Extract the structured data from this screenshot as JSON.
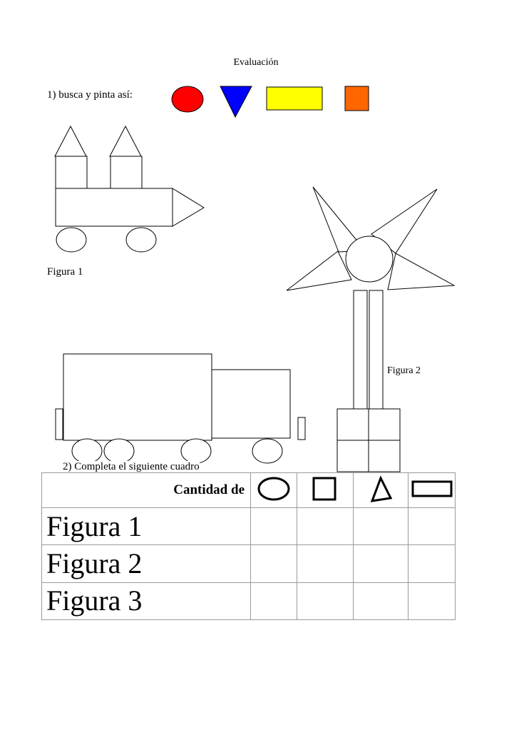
{
  "document": {
    "title": "Evaluación",
    "instruction_1": "1) busca y pinta así:",
    "figure_1_caption": "Figura 1",
    "figure_2_caption": "Figura 2",
    "instruction_2": "2) Completa el siguiente cuadro"
  },
  "legend_colors": {
    "circle": "#ff0000",
    "triangle": "#0000ff",
    "rectangle": "#ffff00",
    "square": "#ff6600"
  },
  "table": {
    "header_label": "Cantidad de",
    "shape_columns": [
      "circle-icon",
      "square-icon",
      "triangle-icon",
      "rectangle-icon"
    ],
    "rows": [
      {
        "label": "Figura 1"
      },
      {
        "label": "Figura 2"
      },
      {
        "label": "Figura 3"
      }
    ]
  }
}
